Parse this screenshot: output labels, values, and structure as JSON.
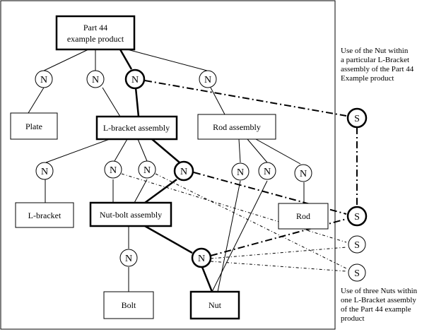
{
  "diagram": {
    "boxes": {
      "part44": [
        "Part 44",
        "example product"
      ],
      "plate": "Plate",
      "lbracket_assembly": "L-bracket assembly",
      "rod_assembly": "Rod assembly",
      "lbracket": "L-bracket",
      "nutbolt_assembly": "Nut-bolt assembly",
      "rod": "Rod",
      "bolt": "Bolt",
      "nut": "Nut"
    },
    "node_labels": {
      "n": "N",
      "s": "S"
    },
    "notes": {
      "top": "Use of the Nut within\na particular L-Bracket\nassembly of the Part 44\nExample product",
      "bottom": "Use of three Nuts within\none L-Bracket assembly\nof the Part 44 example\nproduct"
    }
  }
}
